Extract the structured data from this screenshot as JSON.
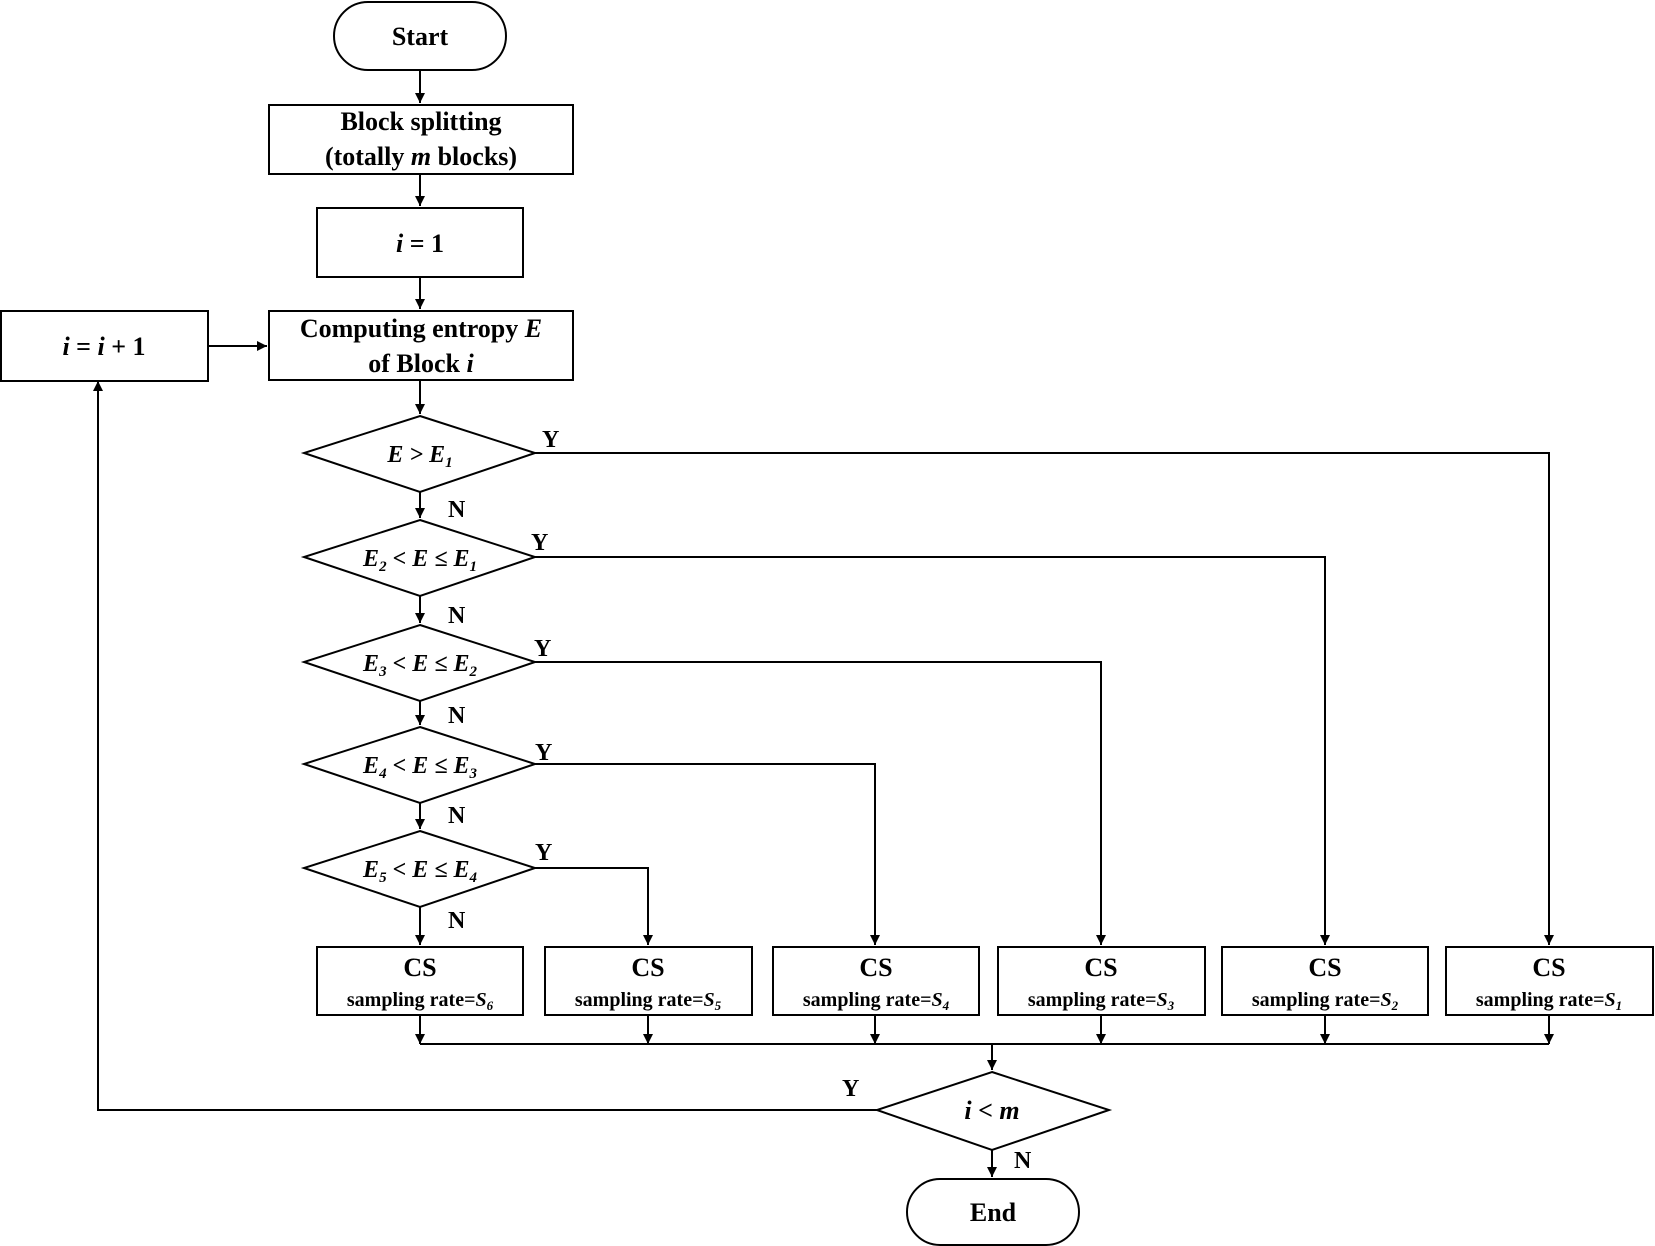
{
  "flowchart": {
    "start": "Start",
    "split": {
      "line1": "Block splitting",
      "line2_pre": "(totally ",
      "line2_var": "m",
      "line2_post": " blocks)"
    },
    "init": {
      "var": "i",
      "rest": " = 1"
    },
    "increment": {
      "v1": "i",
      "mid": " = ",
      "v2": "i",
      "rest": " + 1"
    },
    "entropy": {
      "line1_pre": "Computing entropy ",
      "line1_var": "E",
      "line2_pre": "of Block ",
      "line2_var": "i"
    },
    "decisions": [
      {
        "label": "E > E1",
        "lhs": "",
        "lhs_sub": "",
        "op1": "",
        "mid": "E > ",
        "rhs": "E",
        "rhs_sub": "1",
        "yes": "Y",
        "no": "N"
      },
      {
        "label": "E2 < E ≤ E1",
        "lhs": "E",
        "lhs_sub": "2",
        "op1": " < ",
        "mid": "E ≤ ",
        "rhs": "E",
        "rhs_sub": "1",
        "yes": "Y",
        "no": "N"
      },
      {
        "label": "E3 < E ≤ E2",
        "lhs": "E",
        "lhs_sub": "3",
        "op1": " < ",
        "mid": "E ≤ ",
        "rhs": "E",
        "rhs_sub": "2",
        "yes": "Y",
        "no": "N"
      },
      {
        "label": "E4 < E ≤ E3",
        "lhs": "E",
        "lhs_sub": "4",
        "op1": " < ",
        "mid": "E ≤ ",
        "rhs": "E",
        "rhs_sub": "3",
        "yes": "Y",
        "no": "N"
      },
      {
        "label": "E5 < E ≤ E4",
        "lhs": "E",
        "lhs_sub": "5",
        "op1": " < ",
        "mid": "E ≤ ",
        "rhs": "E",
        "rhs_sub": "4",
        "yes": "Y",
        "no": "N"
      }
    ],
    "cs_boxes": [
      {
        "title": "CS",
        "rate_pre": "sampling rate=",
        "rate_var": "S",
        "rate_sub": "6"
      },
      {
        "title": "CS",
        "rate_pre": "sampling rate=",
        "rate_var": "S",
        "rate_sub": "5"
      },
      {
        "title": "CS",
        "rate_pre": "sampling rate=",
        "rate_var": "S",
        "rate_sub": "4"
      },
      {
        "title": "CS",
        "rate_pre": "sampling rate=",
        "rate_var": "S",
        "rate_sub": "3"
      },
      {
        "title": "CS",
        "rate_pre": "sampling rate=",
        "rate_var": "S",
        "rate_sub": "2"
      },
      {
        "title": "CS",
        "rate_pre": "sampling rate=",
        "rate_var": "S",
        "rate_sub": "1"
      }
    ],
    "loop": {
      "v1": "i",
      "op": " < ",
      "v2": "m",
      "yes": "Y",
      "no": "N"
    },
    "end": "End"
  }
}
